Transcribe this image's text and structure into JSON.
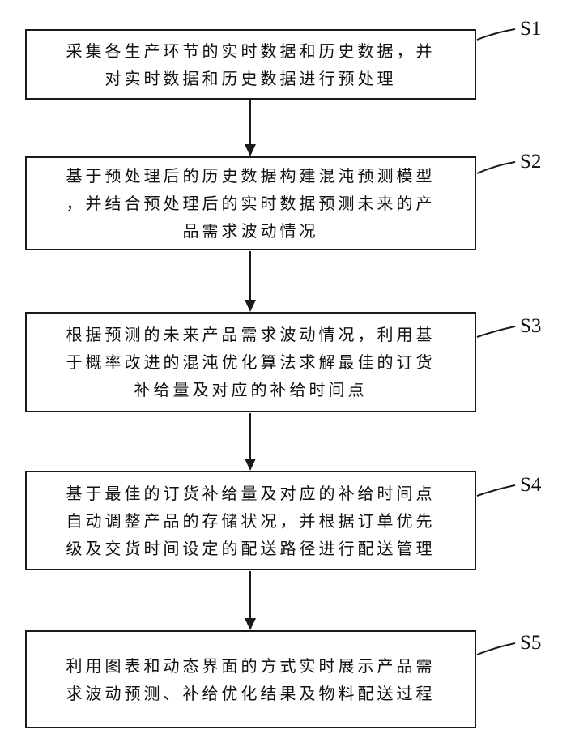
{
  "steps": [
    {
      "label": "S1",
      "text": "采集各生产环节的实时数据和历史数据，并\n对实时数据和历史数据进行预处理"
    },
    {
      "label": "S2",
      "text": "基于预处理后的历史数据构建混沌预测模型\n，并结合预处理后的实时数据预测未来的产\n品需求波动情况"
    },
    {
      "label": "S3",
      "text": "根据预测的未来产品需求波动情况，利用基\n于概率改进的混沌优化算法求解最佳的订货\n补给量及对应的补给时间点"
    },
    {
      "label": "S4",
      "text": "基于最佳的订货补给量及对应的补给时间点\n自动调整产品的存储状况，并根据订单优先\n级及交货时间设定的配送路径进行配送管理"
    },
    {
      "label": "S5",
      "text": "利用图表和动态界面的方式实时展示产品需\n求波动预测、补给优化结果及物料配送过程"
    }
  ]
}
